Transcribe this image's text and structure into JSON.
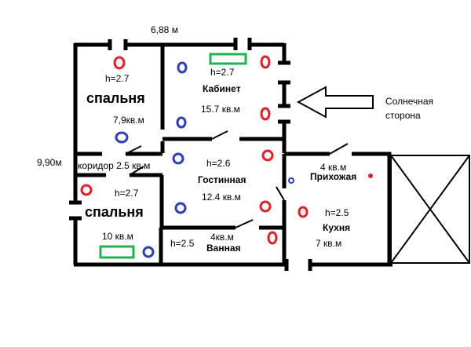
{
  "dimensions": {
    "width_label": "6,88 м",
    "height_label": "9,90м"
  },
  "sun_label": [
    "Солнечная",
    "сторона"
  ],
  "rooms": {
    "bedroom_top": {
      "name": "спальня",
      "height": "h=2.7",
      "area": "7,9кв.м"
    },
    "study": {
      "name": "Кабинет",
      "height": "h=2.7",
      "area": "15.7 кв.м"
    },
    "corridor": {
      "label": "коридор 2.5 кв.м"
    },
    "living": {
      "name": "Гостинная",
      "height": "h=2.6",
      "area": "12.4 кв.м"
    },
    "hallway": {
      "name": "Прихожая",
      "area": "4 кв.м"
    },
    "bedroom_bottom": {
      "name": "спальня",
      "height": "h=2.7",
      "area": "10 кв.м"
    },
    "kitchen": {
      "name": "Кухня",
      "height": "h=2.5",
      "area": "7 кв.м"
    },
    "bathroom": {
      "name": "Ванная",
      "height": "h=2.5",
      "area": "4кв.м"
    }
  },
  "colors": {
    "wall": "#000000",
    "radiator": "#22b14c",
    "hot_marker": "#e0202a",
    "cold_marker": "#2f3fb0"
  }
}
